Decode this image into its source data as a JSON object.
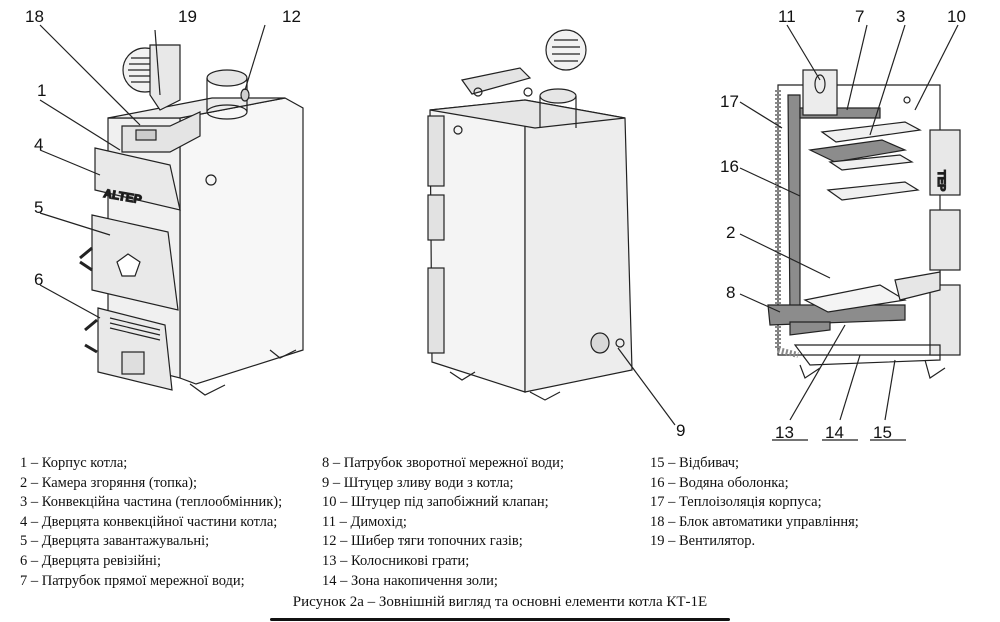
{
  "figure": {
    "brand_on_door": "ALTEP",
    "door_badge": "ТЕР",
    "callouts": {
      "n18": "18",
      "n19": "19",
      "n12": "12",
      "n1": "1",
      "n4": "4",
      "n5": "5",
      "n6": "6",
      "n9": "9",
      "n11": "11",
      "n7": "7",
      "n3": "3",
      "n10": "10",
      "n17": "17",
      "n16": "16",
      "n2": "2",
      "n8": "8",
      "n13": "13",
      "n14": "14",
      "n15": "15"
    }
  },
  "legend": {
    "col1": [
      "1 – Корпус котла;",
      "2 – Камера згоряння (топка);",
      "3 – Конвекційна частина (теплообмінник);",
      "4 – Дверцята конвекційної частини котла;",
      "5 – Дверцята завантажувальні;",
      "6 – Дверцята ревізійні;",
      "7 – Патрубок прямої мережної води;"
    ],
    "col2": [
      "8 – Патрубок зворотної мережної води;",
      "9 – Штуцер зливу води з котла;",
      "10 – Штуцер під запобіжний клапан;",
      "11 – Димохід;",
      "12 – Шибер тяги топочних газів;",
      "13 – Колосникові грати;",
      "14 – Зона накопичення золи;"
    ],
    "col3": [
      "15 – Відбивач;",
      "16 – Водяна оболонка;",
      "17 – Теплоізоляція корпуса;",
      "18 – Блок автоматики управління;",
      "19 – Вентилятор."
    ]
  },
  "caption": "Рисунок 2а – Зовнішній вигляд та основні елементи котла КТ-1Е"
}
